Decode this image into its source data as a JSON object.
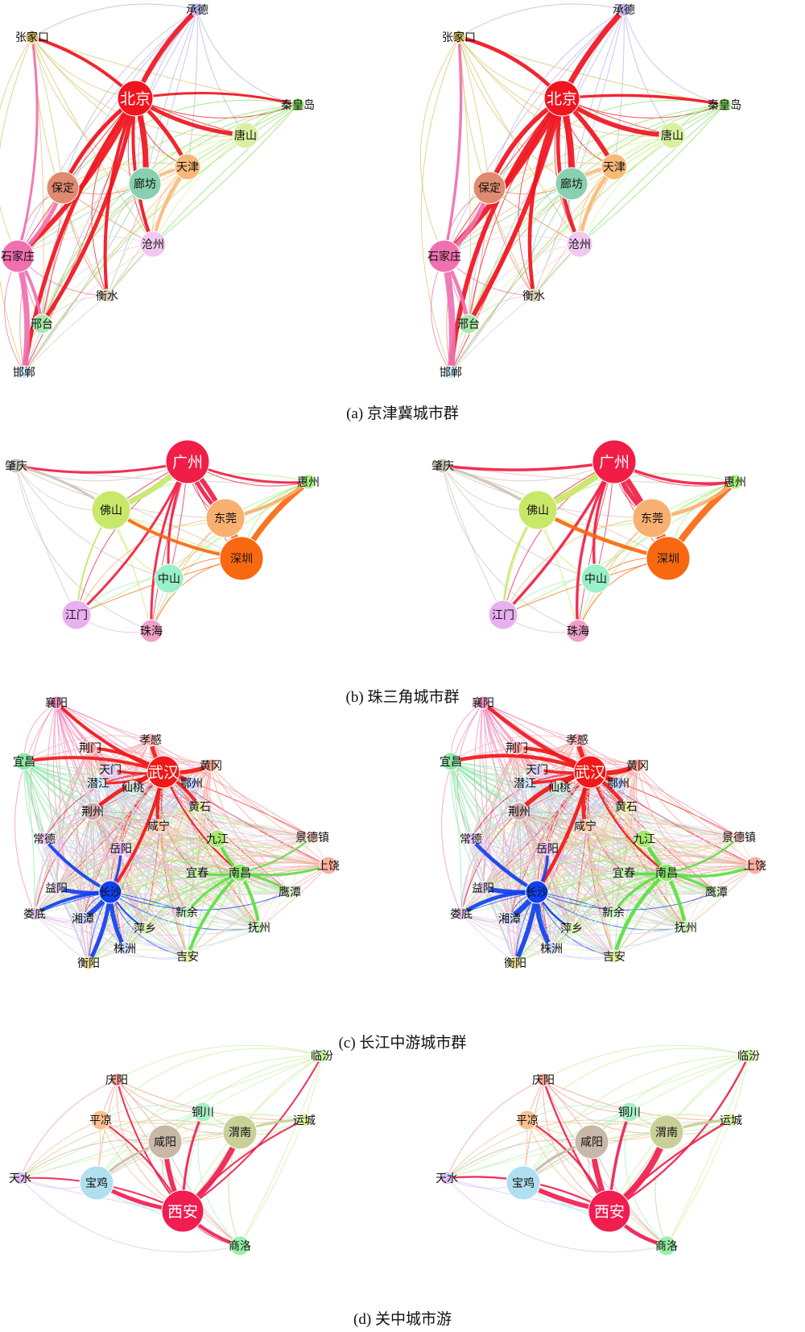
{
  "panels": [
    {
      "id": "a",
      "caption": "(a) 京津冀城市群",
      "nodes": [
        {
          "key": "chengde",
          "label": "承德",
          "color": "#b8b4e6",
          "size": 1
        },
        {
          "key": "zhangjiakou",
          "label": "张家口",
          "color": "#d9c46a",
          "size": 1
        },
        {
          "key": "beijing",
          "label": "北京",
          "color": "#f0141e",
          "size": 3,
          "big": true
        },
        {
          "key": "qinhuangdao",
          "label": "秦皇岛",
          "color": "#8ee06a",
          "size": 1
        },
        {
          "key": "tangshan",
          "label": "唐山",
          "color": "#d8f0a0",
          "size": 2
        },
        {
          "key": "tianjin",
          "label": "天津",
          "color": "#f8b878",
          "size": 2
        },
        {
          "key": "baoding",
          "label": "保定",
          "color": "#e08a70",
          "size": 2.5
        },
        {
          "key": "langfang",
          "label": "廊坊",
          "color": "#88d0b0",
          "size": 2.5
        },
        {
          "key": "cangzhou",
          "label": "沧州",
          "color": "#f0c8f0",
          "size": 2
        },
        {
          "key": "shijiazhuang",
          "label": "石家庄",
          "color": "#f070b0",
          "size": 2.5
        },
        {
          "key": "hengshui",
          "label": "衡水",
          "color": "#d8d0b8",
          "size": 1
        },
        {
          "key": "xingtai",
          "label": "邢台",
          "color": "#a8e8a8",
          "size": 1.5
        },
        {
          "key": "handan",
          "label": "邯郸",
          "color": "#c8e8f8",
          "size": 1
        }
      ],
      "strong_links": [
        [
          "beijing",
          "chengde",
          "#f0141e",
          6
        ],
        [
          "beijing",
          "zhangjiakou",
          "#f0141e",
          4
        ],
        [
          "beijing",
          "qinhuangdao",
          "#f0141e",
          3
        ],
        [
          "beijing",
          "tangshan",
          "#f0141e",
          5
        ],
        [
          "beijing",
          "tianjin",
          "#f0141e",
          5
        ],
        [
          "beijing",
          "baoding",
          "#f0141e",
          5
        ],
        [
          "beijing",
          "langfang",
          "#f0141e",
          7
        ],
        [
          "beijing",
          "cangzhou",
          "#f0141e",
          4
        ],
        [
          "beijing",
          "shijiazhuang",
          "#f0141e",
          6
        ],
        [
          "beijing",
          "hengshui",
          "#f0141e",
          4
        ],
        [
          "beijing",
          "xingtai",
          "#f0141e",
          5
        ],
        [
          "beijing",
          "handan",
          "#f0141e",
          5
        ],
        [
          "shijiazhuang",
          "handan",
          "#f070b0",
          7
        ],
        [
          "shijiazhuang",
          "baoding",
          "#f070b0",
          5
        ],
        [
          "shijiazhuang",
          "xingtai",
          "#f070b0",
          4
        ],
        [
          "tianjin",
          "cangzhou",
          "#f8b878",
          4
        ],
        [
          "zhangjiakou",
          "shijiazhuang",
          "#f070b0",
          3
        ],
        [
          "tianjin",
          "langfang",
          "#f8b878",
          3
        ]
      ]
    },
    {
      "id": "b",
      "caption": "(b) 珠三角城市群",
      "nodes": [
        {
          "key": "zhaoqing",
          "label": "肇庆",
          "color": "#cfc6b8",
          "size": 1
        },
        {
          "key": "guangzhou",
          "label": "广州",
          "color": "#f01e46",
          "size": 3,
          "big": true
        },
        {
          "key": "huizhou",
          "label": "惠州",
          "color": "#a8f080",
          "size": 1
        },
        {
          "key": "foshan",
          "label": "佛山",
          "color": "#c8e86a",
          "size": 2.5
        },
        {
          "key": "dongguan",
          "label": "东莞",
          "color": "#f8b070",
          "size": 2.5
        },
        {
          "key": "shenzhen",
          "label": "深圳",
          "color": "#f86810",
          "size": 3
        },
        {
          "key": "zhongshan",
          "label": "中山",
          "color": "#9af0c8",
          "size": 2
        },
        {
          "key": "jiangmen",
          "label": "江门",
          "color": "#e8b0f0",
          "size": 2
        },
        {
          "key": "zhuhai",
          "label": "珠海",
          "color": "#f0a0c8",
          "size": 1.5
        }
      ],
      "strong_links": [
        [
          "guangzhou",
          "zhaoqing",
          "#f01e46",
          3
        ],
        [
          "guangzhou",
          "huizhou",
          "#f01e46",
          3
        ],
        [
          "guangzhou",
          "foshan",
          "#c8e86a",
          7
        ],
        [
          "guangzhou",
          "dongguan",
          "#f01e46",
          5
        ],
        [
          "guangzhou",
          "shenzhen",
          "#f01e46",
          6
        ],
        [
          "guangzhou",
          "zhongshan",
          "#f01e46",
          3
        ],
        [
          "guangzhou",
          "jiangmen",
          "#f01e46",
          3
        ],
        [
          "guangzhou",
          "zhuhai",
          "#f01e46",
          3
        ],
        [
          "shenzhen",
          "huizhou",
          "#f86810",
          7
        ],
        [
          "shenzhen",
          "dongguan",
          "#f86810",
          6
        ],
        [
          "shenzhen",
          "foshan",
          "#f86810",
          4
        ],
        [
          "dongguan",
          "huizhou",
          "#f8b070",
          4
        ],
        [
          "zhaoqing",
          "foshan",
          "#cfc6b8",
          3
        ],
        [
          "foshan",
          "jiangmen",
          "#c8e86a",
          2
        ]
      ]
    },
    {
      "id": "c",
      "caption": "(c) 长江中游城市群",
      "nodes": [
        {
          "key": "xiangyang",
          "label": "襄阳",
          "color": "#f090c0",
          "size": 1
        },
        {
          "key": "jingmen",
          "label": "荆门",
          "color": "#f0a0a0",
          "size": 1
        },
        {
          "key": "xiaogan",
          "label": "孝感",
          "color": "#f8b0b0",
          "size": 1
        },
        {
          "key": "yichang",
          "label": "宜昌",
          "color": "#90e8a8",
          "size": 1.5
        },
        {
          "key": "tianmen",
          "label": "天门",
          "color": "#d8c8f0",
          "size": 1
        },
        {
          "key": "wuhan",
          "label": "武汉",
          "color": "#f01818",
          "size": 2.5,
          "big": true
        },
        {
          "key": "huanggang",
          "label": "黄冈",
          "color": "#f8a090",
          "size": 1
        },
        {
          "key": "qianjiang",
          "label": "潜江",
          "color": "#c8e8f8",
          "size": 1
        },
        {
          "key": "xiantao",
          "label": "仙桃",
          "color": "#c8e8d8",
          "size": 1
        },
        {
          "key": "ezhou",
          "label": "鄂州",
          "color": "#b8c8f8",
          "size": 1
        },
        {
          "key": "jingzhou",
          "label": "荆州",
          "color": "#d0a8a8",
          "size": 1.5
        },
        {
          "key": "huangshi",
          "label": "黄石",
          "color": "#e8e8a0",
          "size": 1
        },
        {
          "key": "xianning",
          "label": "咸宁",
          "color": "#f8c8a0",
          "size": 1
        },
        {
          "key": "changde",
          "label": "常德",
          "color": "#e8c8f0",
          "size": 1
        },
        {
          "key": "jiujiang",
          "label": "九江",
          "color": "#a8e870",
          "size": 1.5
        },
        {
          "key": "jingdezhen",
          "label": "景德镇",
          "color": "#f8d0c8",
          "size": 1
        },
        {
          "key": "yueyang",
          "label": "岳阳",
          "color": "#e0b0f0",
          "size": 1
        },
        {
          "key": "shangrao",
          "label": "上饶",
          "color": "#f8b0a0",
          "size": 1.5
        },
        {
          "key": "yichun",
          "label": "宜春",
          "color": "#c8f0b0",
          "size": 1
        },
        {
          "key": "nanchang",
          "label": "南昌",
          "color": "#90e870",
          "size": 1.5
        },
        {
          "key": "yiyang",
          "label": "益阳",
          "color": "#d8c8e0",
          "size": 1
        },
        {
          "key": "changsha",
          "label": "长沙",
          "color": "#1040f0",
          "size": 2
        },
        {
          "key": "yingtan",
          "label": "鹰潭",
          "color": "#d8f0c8",
          "size": 1
        },
        {
          "key": "loudi",
          "label": "娄底",
          "color": "#e0c8e8",
          "size": 1
        },
        {
          "key": "xiangtan",
          "label": "湘潭",
          "color": "#c8d0f8",
          "size": 1
        },
        {
          "key": "pingxiang",
          "label": "萍乡",
          "color": "#d8f0b0",
          "size": 1
        },
        {
          "key": "xinyu",
          "label": "新余",
          "color": "#c8f0c0",
          "size": 1
        },
        {
          "key": "fuzhou",
          "label": "抚州",
          "color": "#d0f0c0",
          "size": 1
        },
        {
          "key": "zhuzhou",
          "label": "株洲",
          "color": "#c8d8f8",
          "size": 1
        },
        {
          "key": "ji_an",
          "label": "吉安",
          "color": "#e0f0a0",
          "size": 1
        },
        {
          "key": "hengyang",
          "label": "衡阳",
          "color": "#e8d890",
          "size": 1
        }
      ],
      "strong_links": [
        [
          "wuhan",
          "xiangyang",
          "#f01818",
          4
        ],
        [
          "wuhan",
          "jingmen",
          "#f01818",
          4
        ],
        [
          "wuhan",
          "xiaogan",
          "#f01818",
          5
        ],
        [
          "wuhan",
          "yichang",
          "#f01818",
          4
        ],
        [
          "wuhan",
          "tianmen",
          "#f01818",
          3
        ],
        [
          "wuhan",
          "huanggang",
          "#f01818",
          5
        ],
        [
          "wuhan",
          "qianjiang",
          "#f01818",
          3
        ],
        [
          "wuhan",
          "xiantao",
          "#f01818",
          4
        ],
        [
          "wuhan",
          "ezhou",
          "#f01818",
          5
        ],
        [
          "wuhan",
          "jingzhou",
          "#f01818",
          5
        ],
        [
          "wuhan",
          "huangshi",
          "#f01818",
          4
        ],
        [
          "wuhan",
          "xianning",
          "#f01818",
          4
        ],
        [
          "wuhan",
          "changsha",
          "#f01818",
          4
        ],
        [
          "wuhan",
          "nanchang",
          "#f01818",
          2
        ],
        [
          "changsha",
          "changde",
          "#1040f0",
          4
        ],
        [
          "changsha",
          "yueyang",
          "#1040f0",
          3
        ],
        [
          "changsha",
          "yiyang",
          "#1040f0",
          5
        ],
        [
          "changsha",
          "loudi",
          "#1040f0",
          4
        ],
        [
          "changsha",
          "xiangtan",
          "#1040f0",
          6
        ],
        [
          "changsha",
          "zhuzhou",
          "#1040f0",
          5
        ],
        [
          "changsha",
          "hengyang",
          "#1040f0",
          5
        ],
        [
          "changsha",
          "pingxiang",
          "#1040f0",
          2
        ],
        [
          "nanchang",
          "jiujiang",
          "#5ae040",
          4
        ],
        [
          "nanchang",
          "shangrao",
          "#5ae040",
          3
        ],
        [
          "nanchang",
          "yichun",
          "#5ae040",
          3
        ],
        [
          "nanchang",
          "ji_an",
          "#5ae040",
          4
        ],
        [
          "nanchang",
          "fuzhou",
          "#5ae040",
          4
        ],
        [
          "nanchang",
          "xinyu",
          "#5ae040",
          3
        ],
        [
          "nanchang",
          "yingtan",
          "#5ae040",
          3
        ],
        [
          "nanchang",
          "jingdezhen",
          "#5ae040",
          2
        ]
      ]
    },
    {
      "id": "d",
      "caption": "(d) 关中城市游",
      "nodes": [
        {
          "key": "linfen",
          "label": "临汾",
          "color": "#c8f0a0",
          "size": 1
        },
        {
          "key": "qingyang",
          "label": "庆阳",
          "color": "#f0a098",
          "size": 1
        },
        {
          "key": "tongchuan",
          "label": "铜川",
          "color": "#a8f0c8",
          "size": 1.5
        },
        {
          "key": "pingliang",
          "label": "平凉",
          "color": "#f8c090",
          "size": 1.5
        },
        {
          "key": "weinan",
          "label": "渭南",
          "color": "#c8d098",
          "size": 2.5
        },
        {
          "key": "yuncheng",
          "label": "运城",
          "color": "#d8f0a0",
          "size": 1
        },
        {
          "key": "xianyang",
          "label": "咸阳",
          "color": "#c8b8a8",
          "size": 2.5
        },
        {
          "key": "tianshui",
          "label": "天水",
          "color": "#e0c0f0",
          "size": 1
        },
        {
          "key": "baoji",
          "label": "宝鸡",
          "color": "#b0e0f0",
          "size": 2.5
        },
        {
          "key": "xian",
          "label": "西安",
          "color": "#f01e50",
          "size": 3,
          "big": true
        },
        {
          "key": "shangluo",
          "label": "商洛",
          "color": "#98f0a8",
          "size": 1.5
        }
      ],
      "strong_links": [
        [
          "xian",
          "xianyang",
          "#f01e50",
          6
        ],
        [
          "xian",
          "weinan",
          "#f01e50",
          7
        ],
        [
          "xian",
          "baoji",
          "#f01e50",
          5
        ],
        [
          "xian",
          "shangluo",
          "#f01e50",
          4
        ],
        [
          "xian",
          "tongchuan",
          "#f01e50",
          3
        ],
        [
          "xian",
          "tianshui",
          "#f01e50",
          2
        ],
        [
          "xian",
          "qingyang",
          "#f01e50",
          2
        ],
        [
          "xian",
          "linfen",
          "#f01e50",
          2
        ],
        [
          "xian",
          "yuncheng",
          "#f01e50",
          2
        ],
        [
          "xian",
          "pingliang",
          "#f01e50",
          2
        ],
        [
          "weinan",
          "yuncheng",
          "#c8d098",
          3
        ],
        [
          "xianyang",
          "baoji",
          "#c8b8a8",
          3
        ]
      ]
    }
  ]
}
